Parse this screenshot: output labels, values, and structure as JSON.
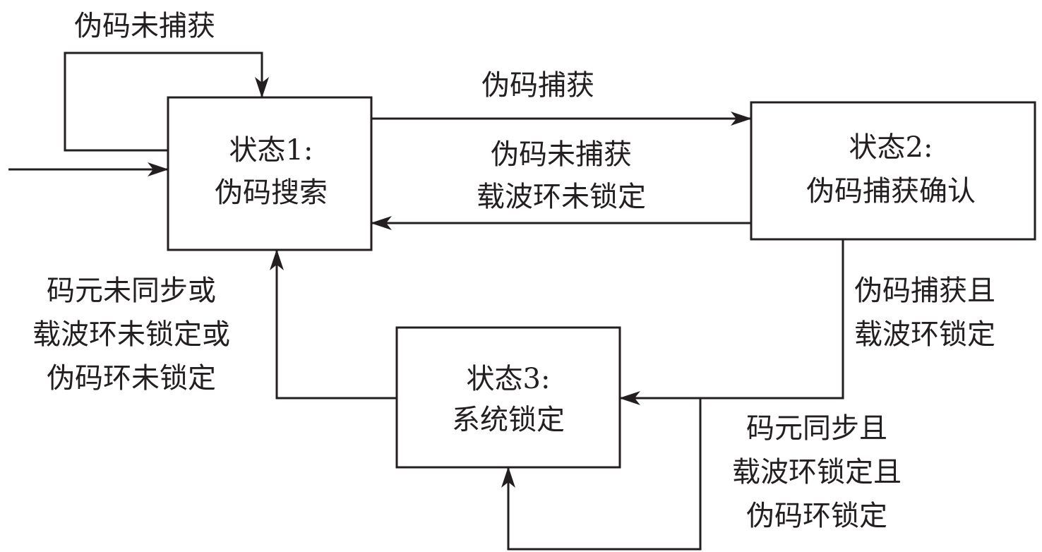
{
  "colors": {
    "stroke": "#231f20",
    "background": "#ffffff",
    "text": "#231f20"
  },
  "states": [
    {
      "id": "state1",
      "title": "状态1:",
      "name": "伪码搜索"
    },
    {
      "id": "state2",
      "title": "状态2:",
      "name": "伪码捕获确认"
    },
    {
      "id": "state3",
      "title": "状态3:",
      "name": "系统锁定"
    }
  ],
  "transitions": [
    {
      "id": "entry",
      "from": null,
      "to": "state1",
      "label": []
    },
    {
      "id": "self1",
      "from": "state1",
      "to": "state1",
      "label": [
        "伪码未捕获"
      ]
    },
    {
      "id": "t12",
      "from": "state1",
      "to": "state2",
      "label": [
        "伪码捕获"
      ]
    },
    {
      "id": "t21",
      "from": "state2",
      "to": "state1",
      "label": [
        "伪码未捕获",
        "载波环未锁定"
      ]
    },
    {
      "id": "t23",
      "from": "state2",
      "to": "state3",
      "label": [
        "伪码捕获且",
        "载波环锁定"
      ]
    },
    {
      "id": "t31",
      "from": "state3",
      "to": "state1",
      "label": [
        "码元未同步或",
        "载波环未锁定或",
        "伪码环未锁定"
      ]
    },
    {
      "id": "self3",
      "from": "state3",
      "to": "state3",
      "label": [
        "码元同步且",
        "载波环锁定且",
        "伪码环锁定"
      ]
    }
  ]
}
